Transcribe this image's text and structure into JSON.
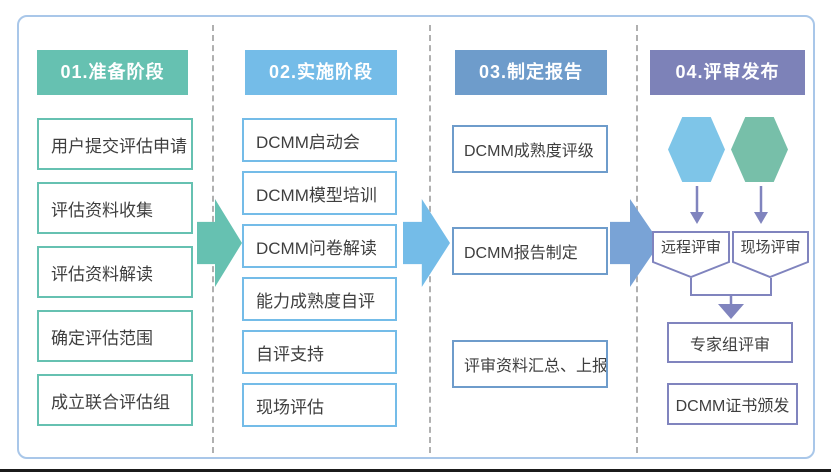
{
  "diagram": {
    "phases": [
      {
        "header": "01.准备阶段",
        "accent_color": "#66C1B1",
        "items": [
          "用户提交评估申请",
          "评估资料收集",
          "评估资料解读",
          "确定评估范围",
          "成立联合评估组"
        ]
      },
      {
        "header": "02.实施阶段",
        "accent_color": "#74BCE8",
        "items": [
          "DCMM启动会",
          "DCMM模型培训",
          "DCMM问卷解读",
          "能力成熟度自评",
          "自评支持",
          "现场评估"
        ]
      },
      {
        "header": "03.制定报告",
        "accent_color": "#6E9CCB",
        "items": [
          "DCMM成熟度评级",
          "DCMM报告制定",
          "评审资料汇总、上报"
        ]
      },
      {
        "header": "04.评审发布",
        "accent_color": "#7D82B8",
        "hexagon_icons": [
          {
            "name": "blue-hexagon-icon",
            "color": "#7EC5E8"
          },
          {
            "name": "green-hexagon-icon",
            "color": "#77BFA9"
          }
        ],
        "review_modes": [
          "远程评审",
          "现场评审"
        ],
        "items": [
          "专家组评审",
          "DCMM证书颁发"
        ]
      }
    ],
    "colors": {
      "arrow_phase1_to_2": "#66C1B1",
      "arrow_phase2_to_3": "#74BCE8",
      "arrow_phase3_to_4": "#79A3D6",
      "connector_purple": "#8084BE",
      "outer_border": "#A9C7E9",
      "divider_dash": "#B0B0B0",
      "bottom_line": "#1B1B1B"
    }
  }
}
